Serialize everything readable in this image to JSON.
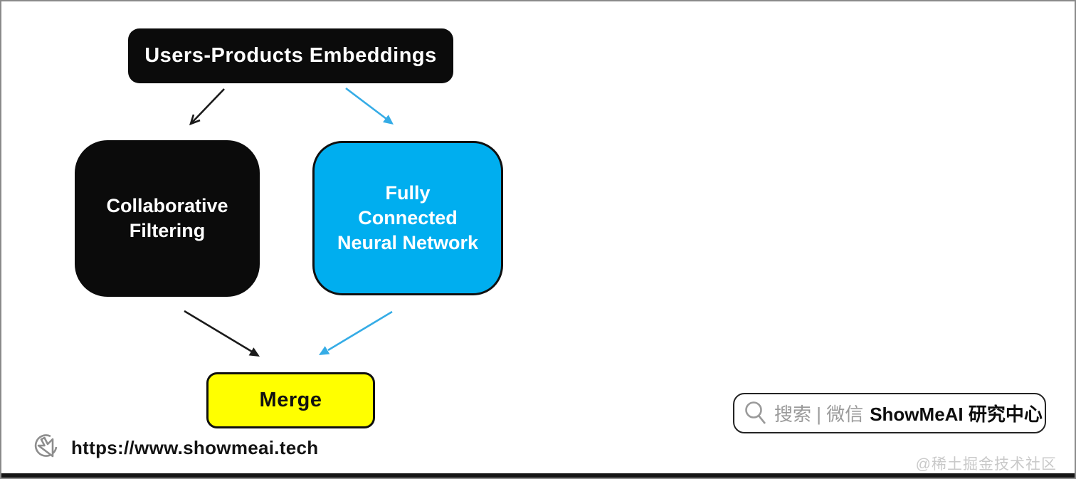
{
  "diagram": {
    "nodes": {
      "embeddings": {
        "label": "Users-Products Embeddings",
        "fill": "#0B0B0B",
        "text_color": "#FFFFFF"
      },
      "collaborative_filtering": {
        "line1": "Collaborative",
        "line2": "Filtering",
        "fill": "#0B0B0B",
        "text_color": "#FFFFFF"
      },
      "fcnn": {
        "line1": "Fully",
        "line2": "Connected",
        "line3": "Neural Network",
        "fill": "#00AEEF",
        "text_color": "#FFFFFF"
      },
      "merge": {
        "label": "Merge",
        "fill": "#FFFF00",
        "text_color": "#111111"
      }
    },
    "edges": [
      {
        "from": "embeddings",
        "to": "collaborative_filtering",
        "color": "#1A1A1A"
      },
      {
        "from": "embeddings",
        "to": "fcnn",
        "color": "#35ACE6"
      },
      {
        "from": "collaborative_filtering",
        "to": "merge",
        "color": "#1A1A1A"
      },
      {
        "from": "fcnn",
        "to": "merge",
        "color": "#35ACE6"
      }
    ]
  },
  "footer": {
    "cursor_icon": "click-cursor-icon",
    "url": "https://www.showmeai.tech"
  },
  "search_banner": {
    "icon": "magnifier-icon",
    "prefix": "搜索 | 微信",
    "brand": "ShowMeAI 研究中心"
  },
  "watermark": "@稀土掘金技术社区",
  "colors": {
    "node_black": "#0B0B0B",
    "node_blue": "#00AEEF",
    "node_yellow": "#FFFF00",
    "arrow_black": "#1A1A1A",
    "arrow_blue": "#35ACE6",
    "muted_gray": "#9A9A9A",
    "watermark_gray": "#C9C9C9",
    "frame_border": "#8A8A8A"
  }
}
